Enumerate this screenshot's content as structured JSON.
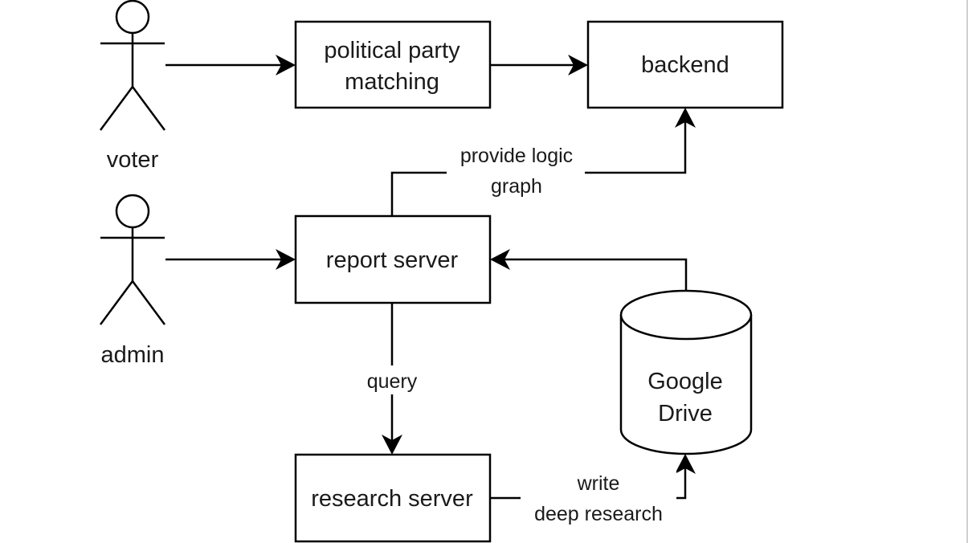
{
  "nodes": {
    "political_party_matching": [
      "political party",
      "matching"
    ],
    "backend": "backend",
    "report_server": "report server",
    "research_server": "research server",
    "google_drive": [
      "Google",
      "Drive"
    ]
  },
  "actors": {
    "voter": "voter",
    "admin": "admin"
  },
  "edges": {
    "provide_logic_graph": [
      "provide logic",
      "graph"
    ],
    "query": "query",
    "write_deep_research": [
      "write",
      "deep research"
    ]
  }
}
